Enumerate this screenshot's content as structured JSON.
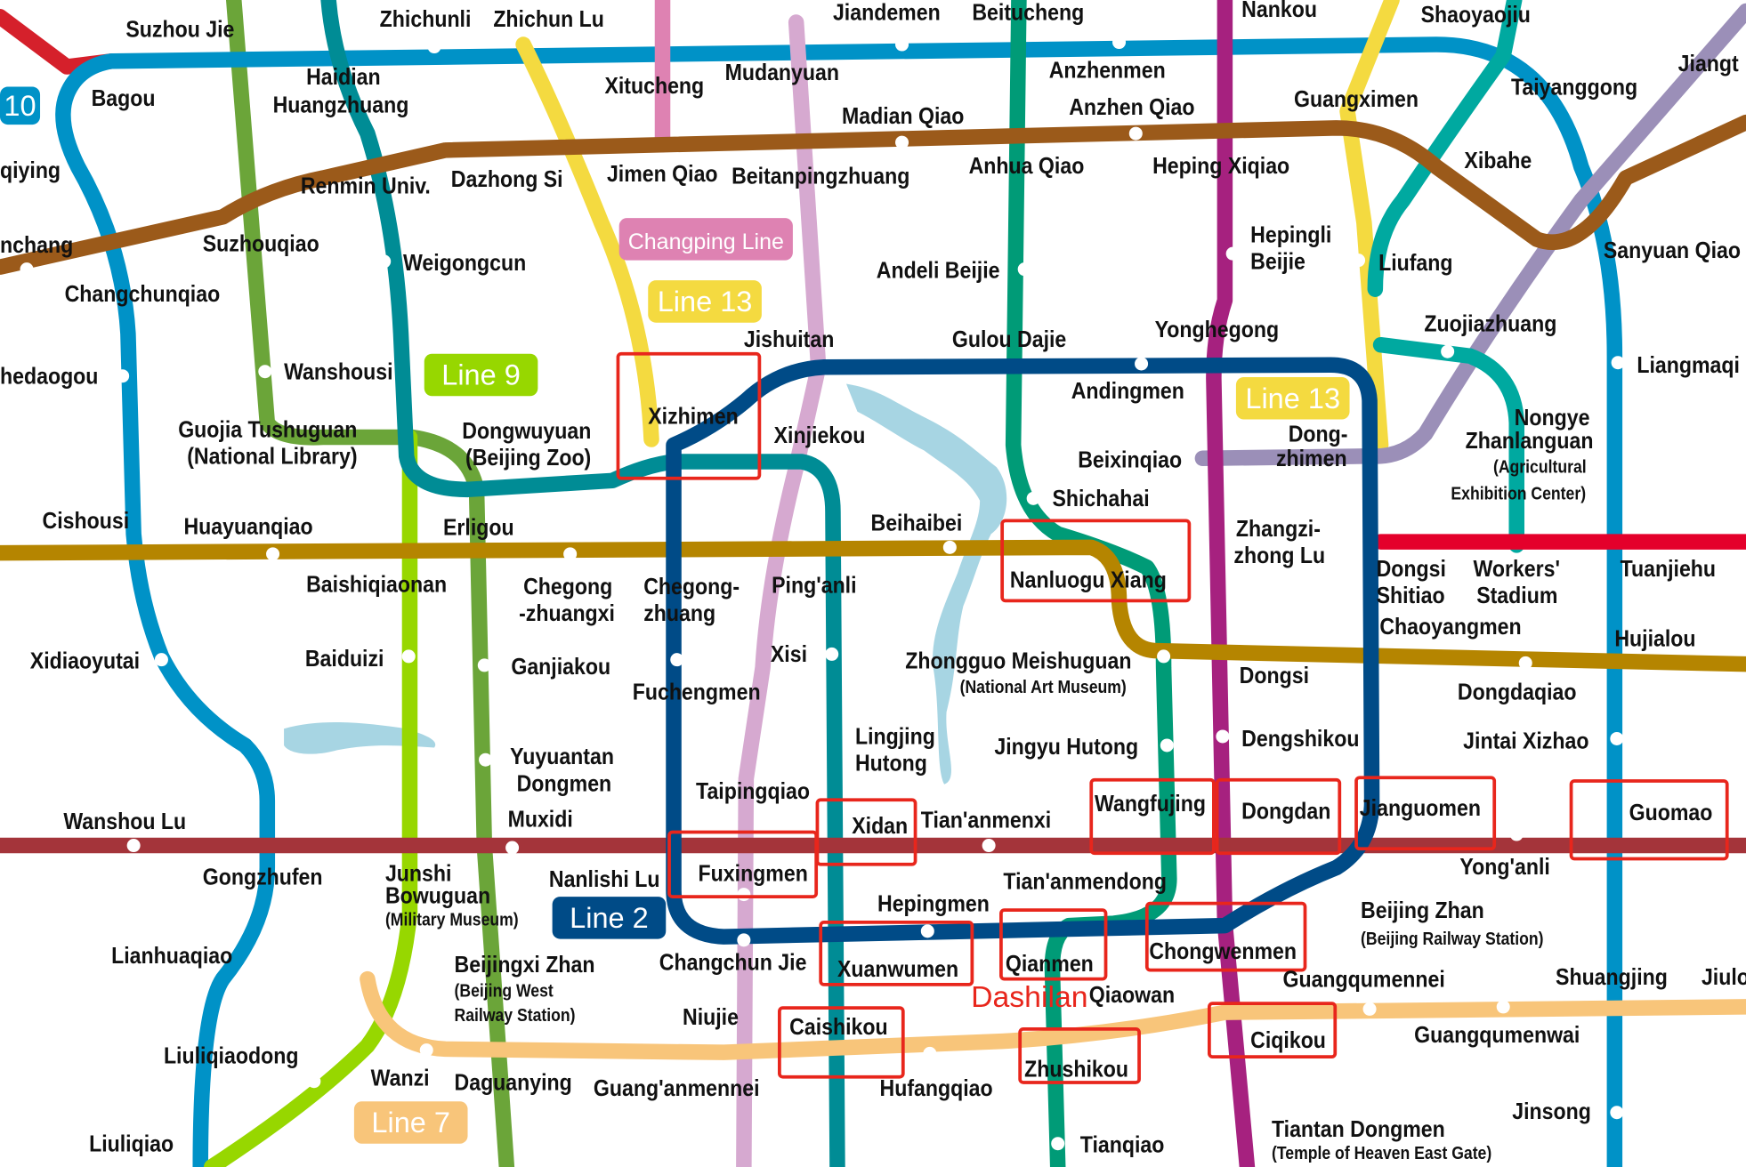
{
  "map": {
    "colors": {
      "line1": "#a4343a",
      "line2": "#004b87",
      "line4": "#008c95",
      "line5": "#a6217f",
      "line6": "#b58500",
      "line7": "#f8c57a",
      "line8": "#009b77",
      "line9": "#97d700",
      "line10": "#0092c7",
      "line13": "#f4da40",
      "line14": "#00a9a0",
      "line15": "#9b8fb8",
      "line16": "#6ba539",
      "line19": "#d6a9d0",
      "changping": "#de82b2",
      "brown": "#9b5a1a",
      "line3": "#e4002b",
      "airport": "#d5202b",
      "water": "#a7d5e3",
      "highlight": "#e8261c"
    },
    "badges": [
      "10",
      "Changping Line",
      "Line 13",
      "Line 9",
      "Line 13",
      "Line 2",
      "Line 7"
    ],
    "highlight_label": "Dashilan",
    "highlighted_stations": [
      "Xizhimen",
      "Nanluogu Xiang",
      "Wangfujing",
      "Dongdan",
      "Jianguomen",
      "Guomao",
      "Xidan",
      "Fuxingmen",
      "Xuanwumen",
      "Qianmen",
      "Chongwenmen",
      "Caishikou",
      "Zhushikou",
      "Ciqikou"
    ],
    "labels": [
      "Suzhou Jie",
      "Bagou",
      "Haidian",
      "Huangzhuang",
      "Zhichunli",
      "Zhichun Lu",
      "Jiandemen",
      "Beitucheng",
      "Nankou",
      "Shaoyaojiu",
      "Jiangt",
      "Xitucheng",
      "Mudanyuan",
      "Anzhenmen",
      "Anzhen Qiao",
      "Guangximen",
      "Taiyanggong",
      "Madian Qiao",
      "qiying",
      "Renmin Univ.",
      "Dazhong Si",
      "Jimen Qiao",
      "Beitanpingzhuang",
      "Anhua Qiao",
      "Heping Xiqiao",
      "Xibahe",
      "nchang",
      "Suzhouqiao",
      "Weigongcun",
      "Andeli Beijie",
      "Hepingli",
      "Beijie",
      "Liufang",
      "Sanyuan Qiao",
      "Changchunqiao",
      "Jishuitan",
      "Gulou Dajie",
      "Yonghegong",
      "Zuojiazhuang",
      "hedaogou",
      "Wanshousi",
      "Liangmaqi",
      "Xizhimen",
      "Andingmen",
      "Nongye",
      "Zhanlanguan",
      "Guojia Tushuguan",
      "(National Library)",
      "Dongwuyuan",
      "(Beijing Zoo)",
      "Xinjiekou",
      "Dong-",
      "zhimen",
      "Beixinqiao",
      "Shichahai",
      "Cishousi",
      "Huayuanqiao",
      "Erligou",
      "Beihaibei",
      "Zhangzi-",
      "zhong Lu",
      "Dongsi",
      "Shitiao",
      "Workers'",
      "Stadium",
      "Tuanjiehu",
      "Baishiqiaonan",
      "Chegong",
      "-zhuangxi",
      "Chegong-",
      "zhuang",
      "Ping'anli",
      "Nanluogu Xiang",
      "Chaoyangmen",
      "Hujialou",
      "Xidiaoyutai",
      "Baiduizi",
      "Ganjiakou",
      "Xisi",
      "Zhongguo Meishuguan",
      "Dongsi",
      "Fuchengmen",
      "Dongdaqiao",
      "Lingjing",
      "Hutong",
      "Jingyu Hutong",
      "Dengshikou",
      "Jintai Xizhao",
      "Yuyuantan",
      "Dongmen",
      "Taipingqiao",
      "Wangfujing",
      "Dongdan",
      "Jianguomen",
      "Guomao",
      "Wanshou Lu",
      "Muxidi",
      "Xidan",
      "Tian'anmenxi",
      "Gongzhufen",
      "Junshi",
      "Bowuguan",
      "Nanlishi Lu",
      "Fuxingmen",
      "Tian'anmendong",
      "Yong'anli",
      "Hepingmen",
      "Beijing Zhan",
      "Lianhuaqiao",
      "Beijingxi Zhan",
      "Changchun Jie",
      "Xuanwumen",
      "Qianmen",
      "Chongwenmen",
      "Guangqumennei",
      "Shuangjing",
      "Jiulo",
      "Qiaowan",
      "Niujie",
      "Caishikou",
      "Ciqikou",
      "Guangqumenwai",
      "Liuliqiaodong",
      "Zhushikou",
      "Wanzi",
      "Daguanying",
      "Guang'anmennei",
      "Hufangqiao",
      "Jinsong",
      "Tiantan Dongmen",
      "Tianqiao",
      "Liuliqiao"
    ],
    "sublabels": [
      "(Agricultural",
      "Exhibition Center)",
      "(National Art Museum)",
      "(Military Museum)",
      "(Beijing Railway Station)",
      "(Beijing West",
      "Railway Station)",
      "(Temple of Heaven East Gate)"
    ]
  }
}
